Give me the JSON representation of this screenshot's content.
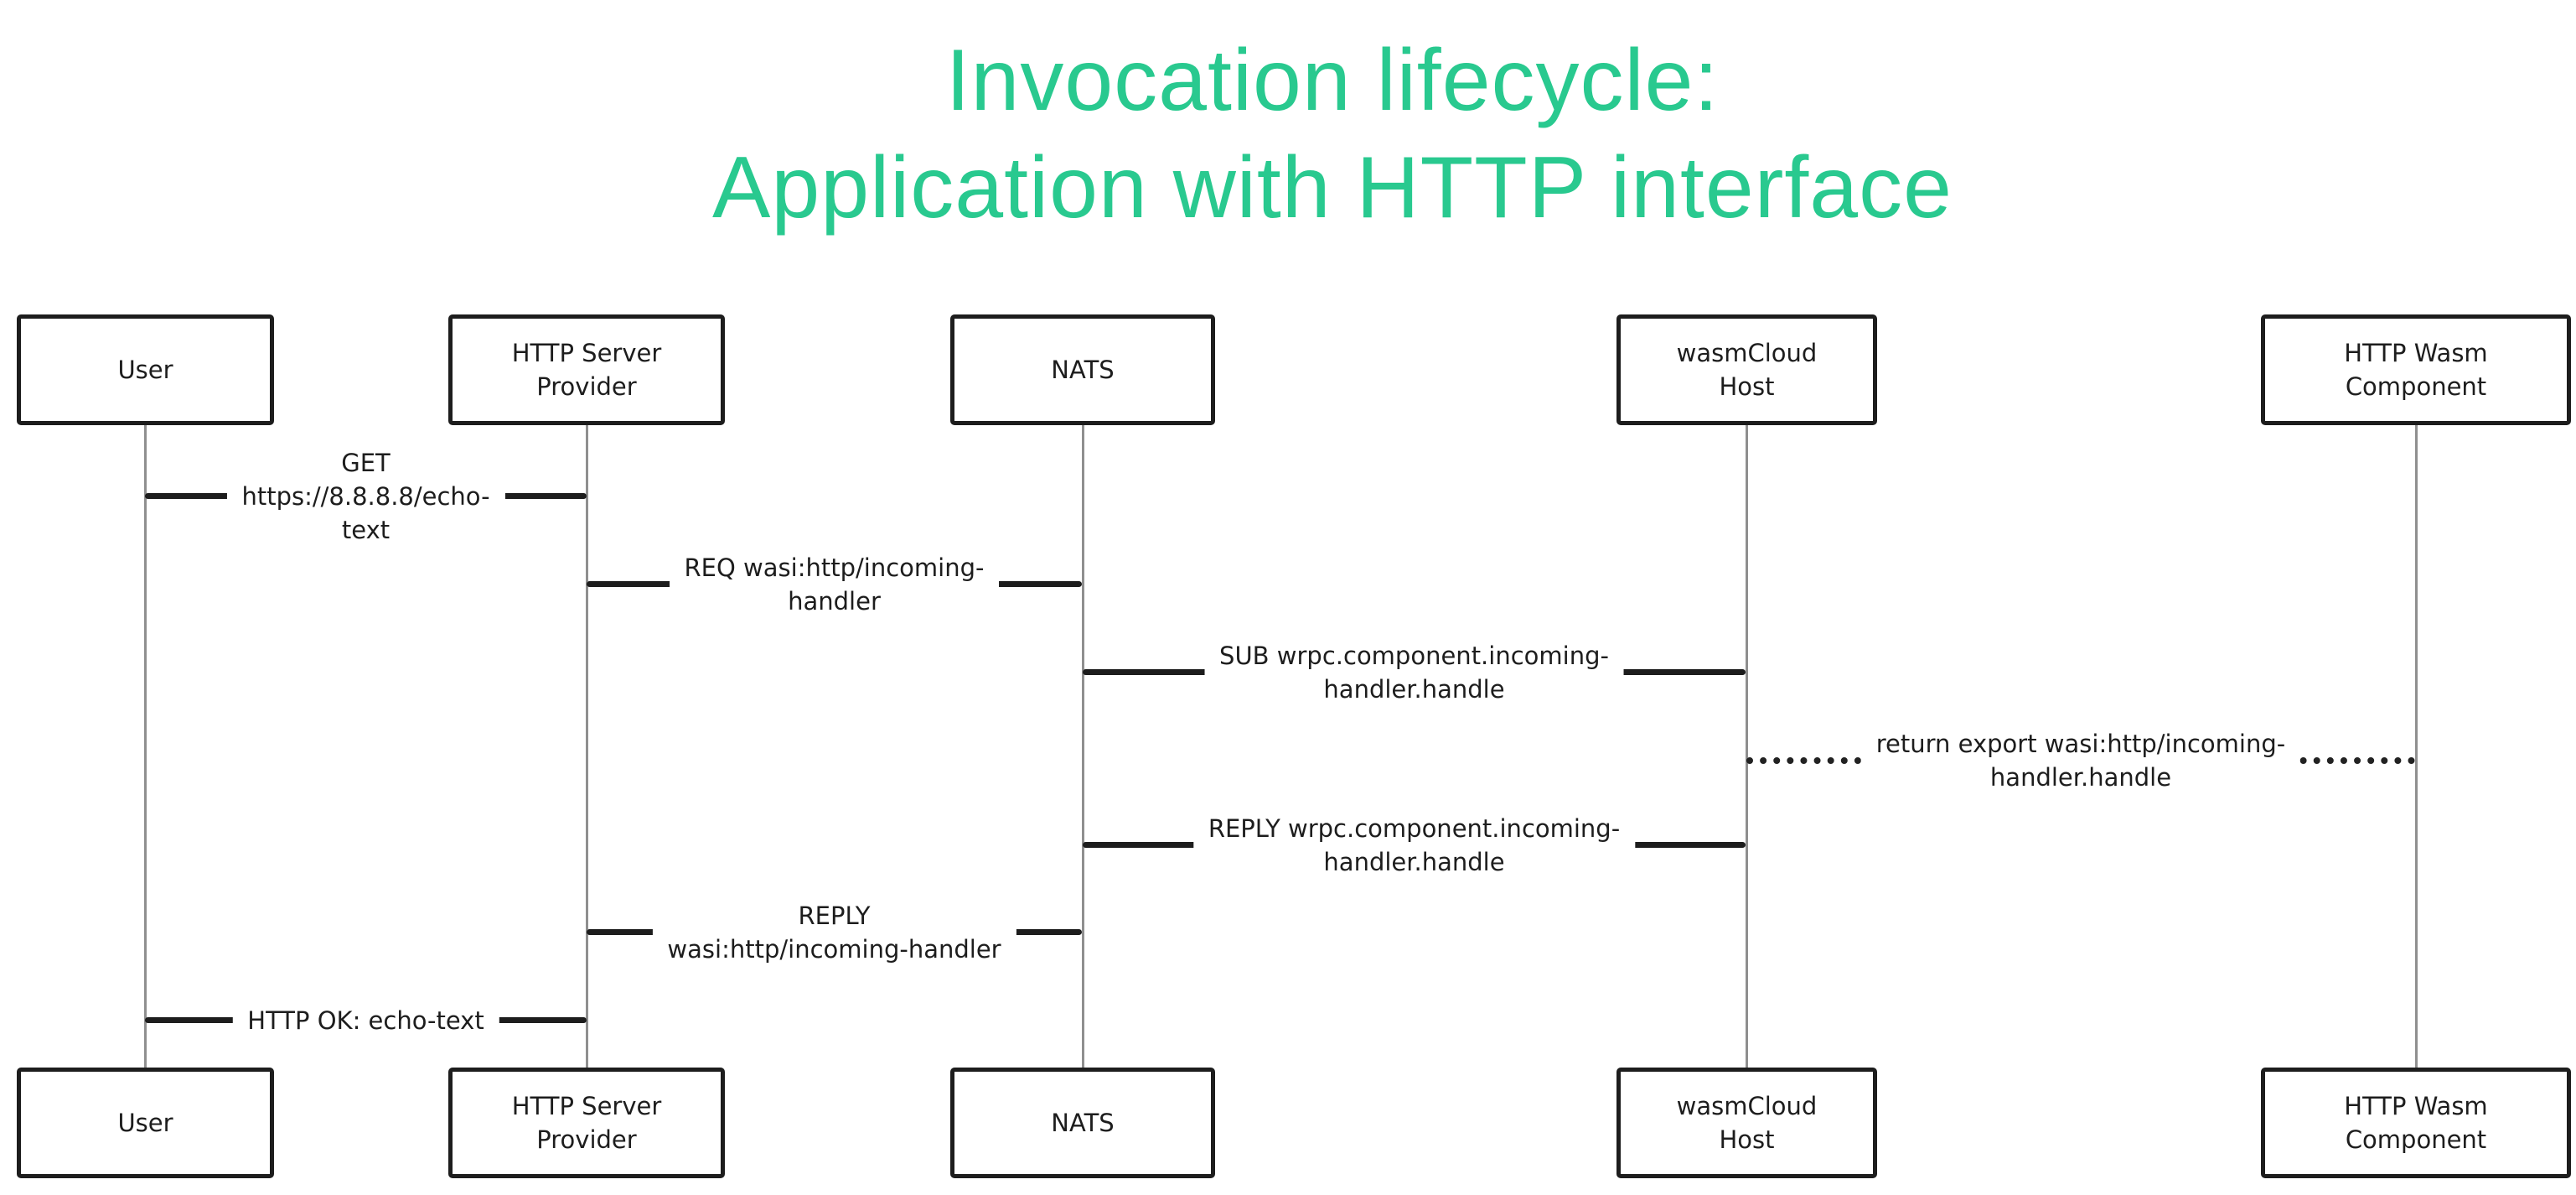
{
  "title": {
    "line1": "Invocation lifecycle:",
    "line2": "Application with HTTP interface"
  },
  "colors": {
    "title_green": "#29c98f",
    "ink_black": "#1d1d1d",
    "lifeline_gray": "#8f8f8f"
  },
  "diagram_type": "sequence-diagram",
  "actors": [
    {
      "id": "user",
      "label": "User"
    },
    {
      "id": "http-server-provider",
      "label": "HTTP Server Provider"
    },
    {
      "id": "nats",
      "label": "NATS"
    },
    {
      "id": "wasmcloud-host",
      "label": "wasmCloud Host"
    },
    {
      "id": "http-wasm-component",
      "label": "HTTP Wasm Component"
    }
  ],
  "messages": [
    {
      "from": "User",
      "to": "HTTP Server Provider",
      "line_style": "solid",
      "text": "GET https://8.8.8.8/echo-text",
      "lines": [
        "GET",
        "https://8.8.8.8/echo-",
        "text"
      ]
    },
    {
      "from": "HTTP Server Provider",
      "to": "NATS",
      "line_style": "solid",
      "text": "REQ wasi:http/incoming-handler",
      "lines": [
        "REQ wasi:http/incoming-",
        "handler"
      ]
    },
    {
      "from": "NATS",
      "to": "wasmCloud Host",
      "line_style": "solid",
      "text": "SUB wrpc.component.incoming-handler.handle",
      "lines": [
        "SUB wrpc.component.incoming-",
        "handler.handle"
      ]
    },
    {
      "from": "wasmCloud Host",
      "to": "HTTP Wasm Component",
      "line_style": "dotted",
      "text": "return export wasi:http/incoming-handler.handle",
      "lines": [
        "return export wasi:http/incoming-",
        "handler.handle"
      ]
    },
    {
      "from": "wasmCloud Host",
      "to": "NATS",
      "line_style": "solid",
      "text": "REPLY wrpc.component.incoming-handler.handle",
      "lines": [
        "REPLY wrpc.component.incoming-",
        "handler.handle"
      ]
    },
    {
      "from": "NATS",
      "to": "HTTP Server Provider",
      "line_style": "solid",
      "text": "REPLY wasi:http/incoming-handler",
      "lines": [
        "REPLY",
        "wasi:http/incoming-handler"
      ]
    },
    {
      "from": "HTTP Server Provider",
      "to": "User",
      "line_style": "solid",
      "text": "HTTP OK: echo-text",
      "lines": [
        "HTTP OK: echo-text"
      ]
    }
  ]
}
